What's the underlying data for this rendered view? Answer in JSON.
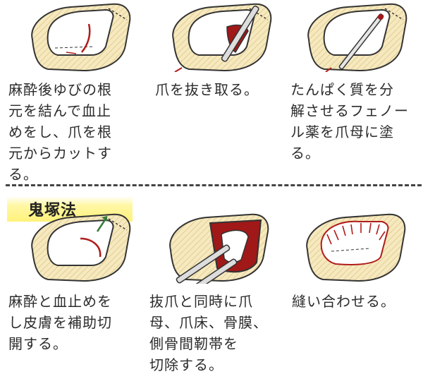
{
  "steps": [
    {
      "caption": "麻酔後ゆびの根\n元を結んで血止\nめをし、爪を根\n元からカットす\nる。"
    },
    {
      "caption": "爪を抜き取る。"
    },
    {
      "caption": "たんぱく質を分\n解させるフェノー\nル薬を爪母に塗\nる。"
    },
    {
      "caption": "麻酔と血止めを\nし皮膚を補助切\n開する。"
    },
    {
      "caption": "抜爪と同時に爪\n母、爪床、骨膜、\n側骨間靭帯を\n切除する。"
    },
    {
      "caption": "縫い合わせる。"
    }
  ],
  "section": {
    "label": "鬼塚法"
  },
  "colors": {
    "skin": "#f3e3b4",
    "skin_edge": "#c9b07a",
    "outline": "#333333",
    "blood": "#a01818",
    "highlight": "#fff27a"
  }
}
